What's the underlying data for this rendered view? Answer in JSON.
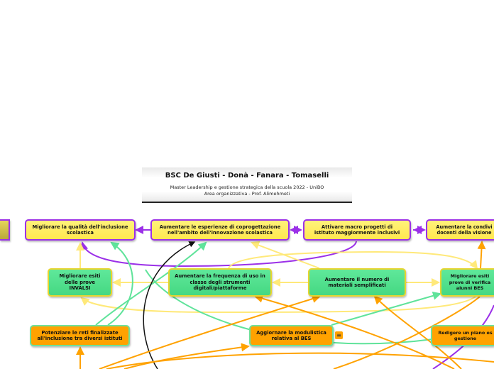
{
  "title": {
    "main": "BSC De Giusti - Donà - Fanara - Tomaselli",
    "subtitle_line1": "Master Leadership e gestione strategica della scuola 2022 - UniBO",
    "subtitle_line2": "Area organizzativa - Prof. Alimehmeti"
  },
  "nodes": {
    "row1": [
      {
        "label": "Migliorare la qualità dell'inclusione scolastica"
      },
      {
        "label": "Aumentare le esperienze di coprogettazione nell'ambito dell'innovazione scolastica"
      },
      {
        "label": "Attivare  macro progetti di istituto maggiormente inclusivi"
      },
      {
        "label": "Aumentare la condivi docenti della visione"
      }
    ],
    "row2": [
      {
        "label": "Migliorare esiti delle prove INVALSI"
      },
      {
        "label": "Aumentare la frequenza di uso in classe degli strumenti digitali/piattaforme"
      },
      {
        "label": "Aumentare  il numero di materiali semplificati"
      },
      {
        "label": "Migliorare esiti prove di verifica alunni BES"
      }
    ],
    "row3": [
      {
        "label": "Potenziare le reti finalizzate all'inclusione tra diversi istituti"
      },
      {
        "label": "Aggiornare la modulistica relativa al BES"
      },
      {
        "label": "Redigere un piano es gestione"
      }
    ]
  },
  "note_icon": "notes-icon",
  "colors": {
    "purple": "#9b30e8",
    "yellow_link": "#ffe97a",
    "green_link": "#5fe39a",
    "orange_link": "#ffa200",
    "black_link": "#111111"
  }
}
